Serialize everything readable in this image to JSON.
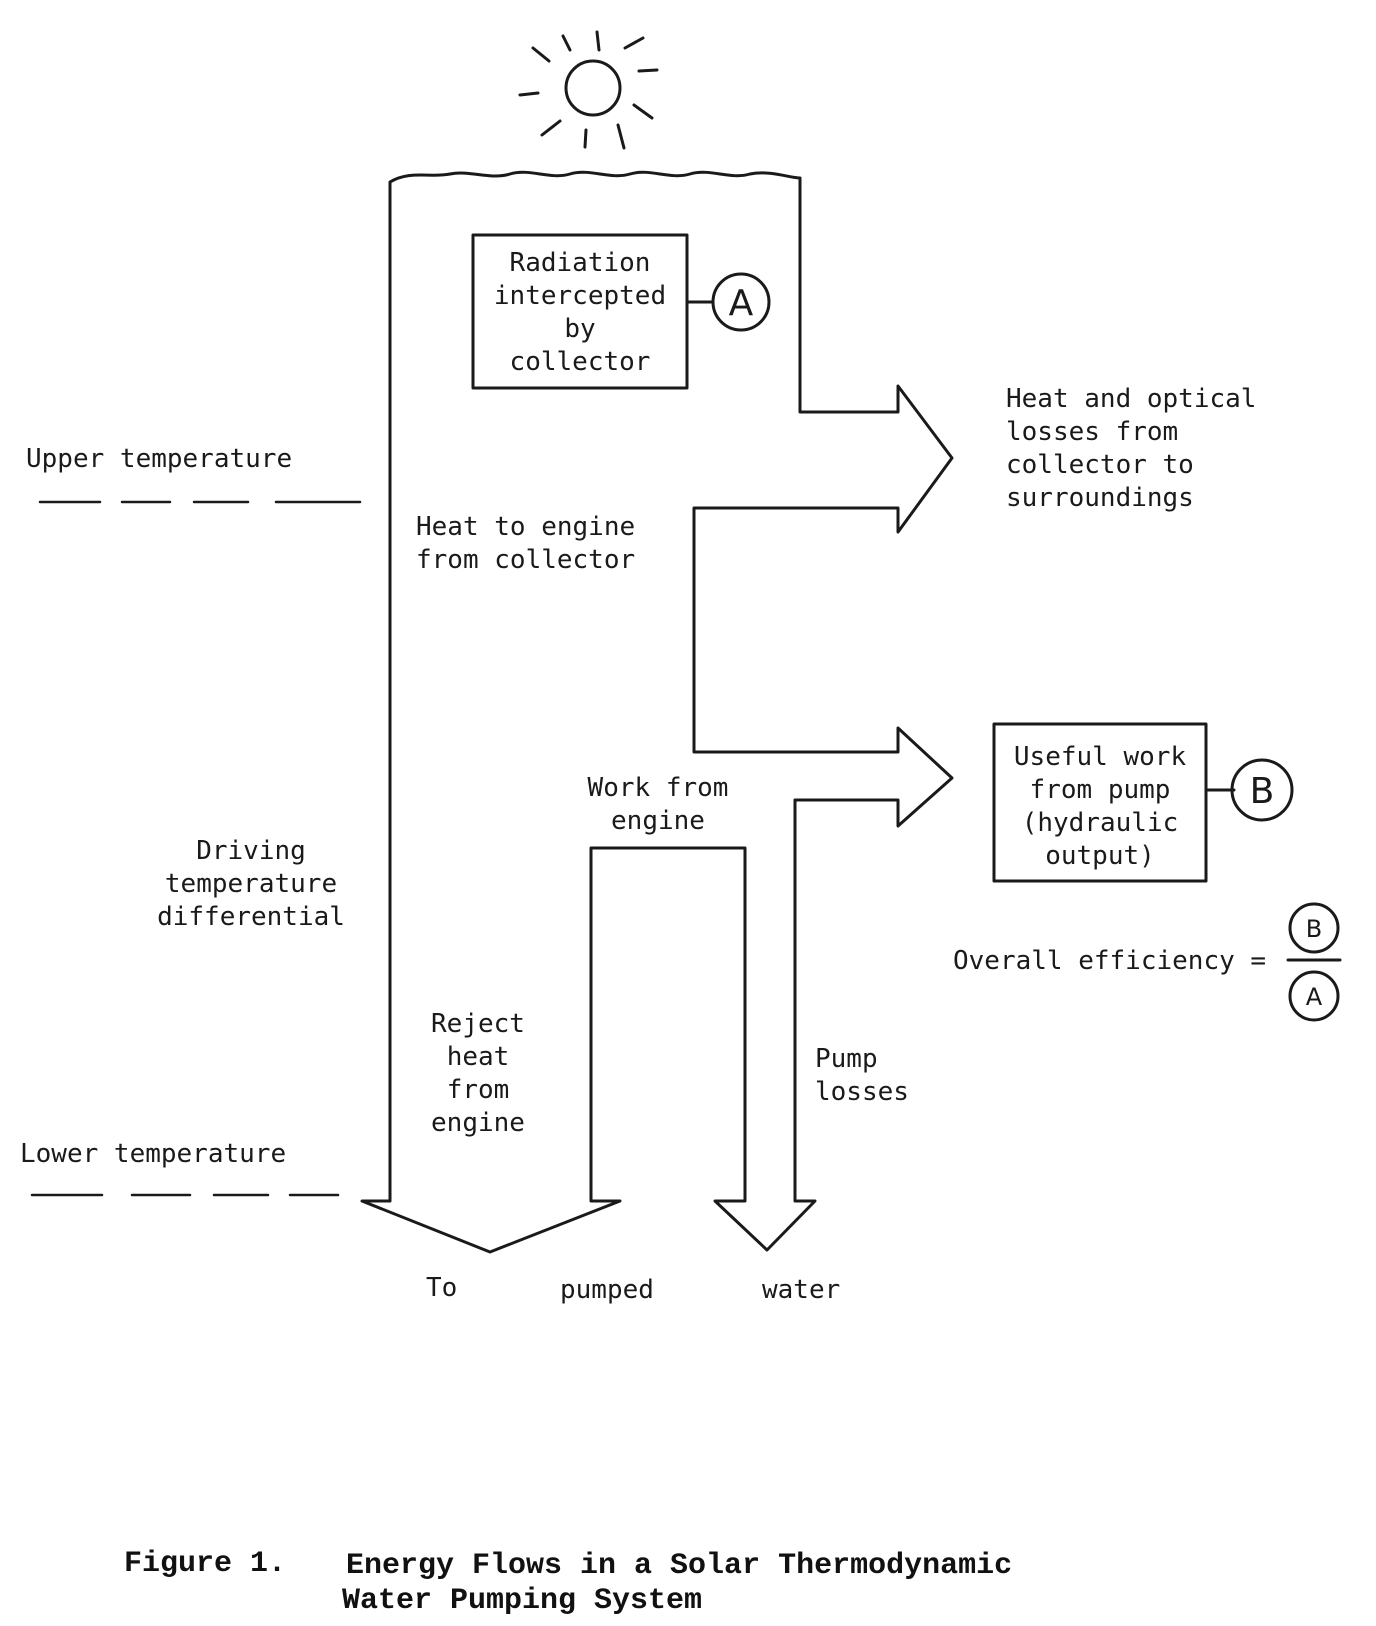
{
  "labels": {
    "radiation_box": "Radiation\nintercepted\nby\ncollector",
    "marker_a": "A",
    "heat_losses": "Heat and optical\nlosses from\ncollector to\nsurroundings",
    "upper_temperature": "Upper temperature",
    "heat_to_engine": "Heat to engine\nfrom collector",
    "useful_work_box": "Useful work\nfrom pump\n(hydraulic\noutput)",
    "marker_b": "B",
    "work_from_engine": "Work from\nengine",
    "driving_differential": "Driving\ntemperature\ndifferential",
    "overall_efficiency": "Overall efficiency =",
    "efficiency_numerator": "B",
    "efficiency_denominator": "A",
    "reject_heat": "Reject\nheat\nfrom\nengine",
    "pump_losses": "Pump\nlosses",
    "lower_temperature": "Lower temperature",
    "bottom_to": "To",
    "bottom_pumped": "pumped",
    "bottom_water": "water"
  },
  "caption": {
    "figure_number": "Figure 1.",
    "title_line1": "Energy Flows in a Solar Thermodynamic",
    "title_line2": "Water Pumping System"
  }
}
